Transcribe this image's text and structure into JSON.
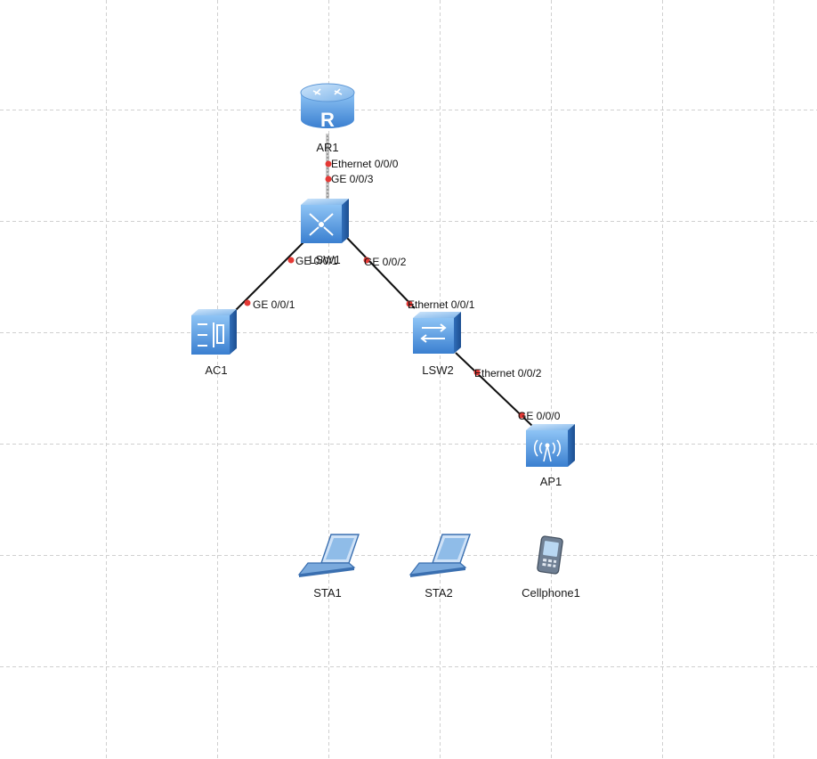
{
  "devices": {
    "ar1": {
      "label": "AR1",
      "icon": "router-icon"
    },
    "lsw1": {
      "label": "LSW1",
      "icon": "core-switch-icon"
    },
    "ac1": {
      "label": "AC1",
      "icon": "access-controller-icon"
    },
    "lsw2": {
      "label": "LSW2",
      "icon": "switch-icon"
    },
    "ap1": {
      "label": "AP1",
      "icon": "access-point-icon"
    },
    "sta1": {
      "label": "STA1",
      "icon": "laptop-icon"
    },
    "sta2": {
      "label": "STA2",
      "icon": "laptop-icon"
    },
    "cellphone1": {
      "label": "Cellphone1",
      "icon": "cellphone-icon"
    }
  },
  "links": {
    "ar1_lsw1": {
      "a_port": "Ethernet 0/0/0",
      "b_port": "GE 0/0/3"
    },
    "lsw1_ac1": {
      "a_port": "GE 0/0/1",
      "b_port": "GE 0/0/1"
    },
    "lsw1_lsw2": {
      "a_port": "GE 0/0/2",
      "b_port": "Ethernet 0/0/1"
    },
    "lsw2_ap1": {
      "a_port": "Ethernet 0/0/2",
      "b_port": "GE 0/0/0"
    }
  },
  "colors": {
    "link": "#111111",
    "port_dot": "#e53935",
    "grid": "#d0d0d0",
    "device_blue": "#4a8fd8"
  }
}
